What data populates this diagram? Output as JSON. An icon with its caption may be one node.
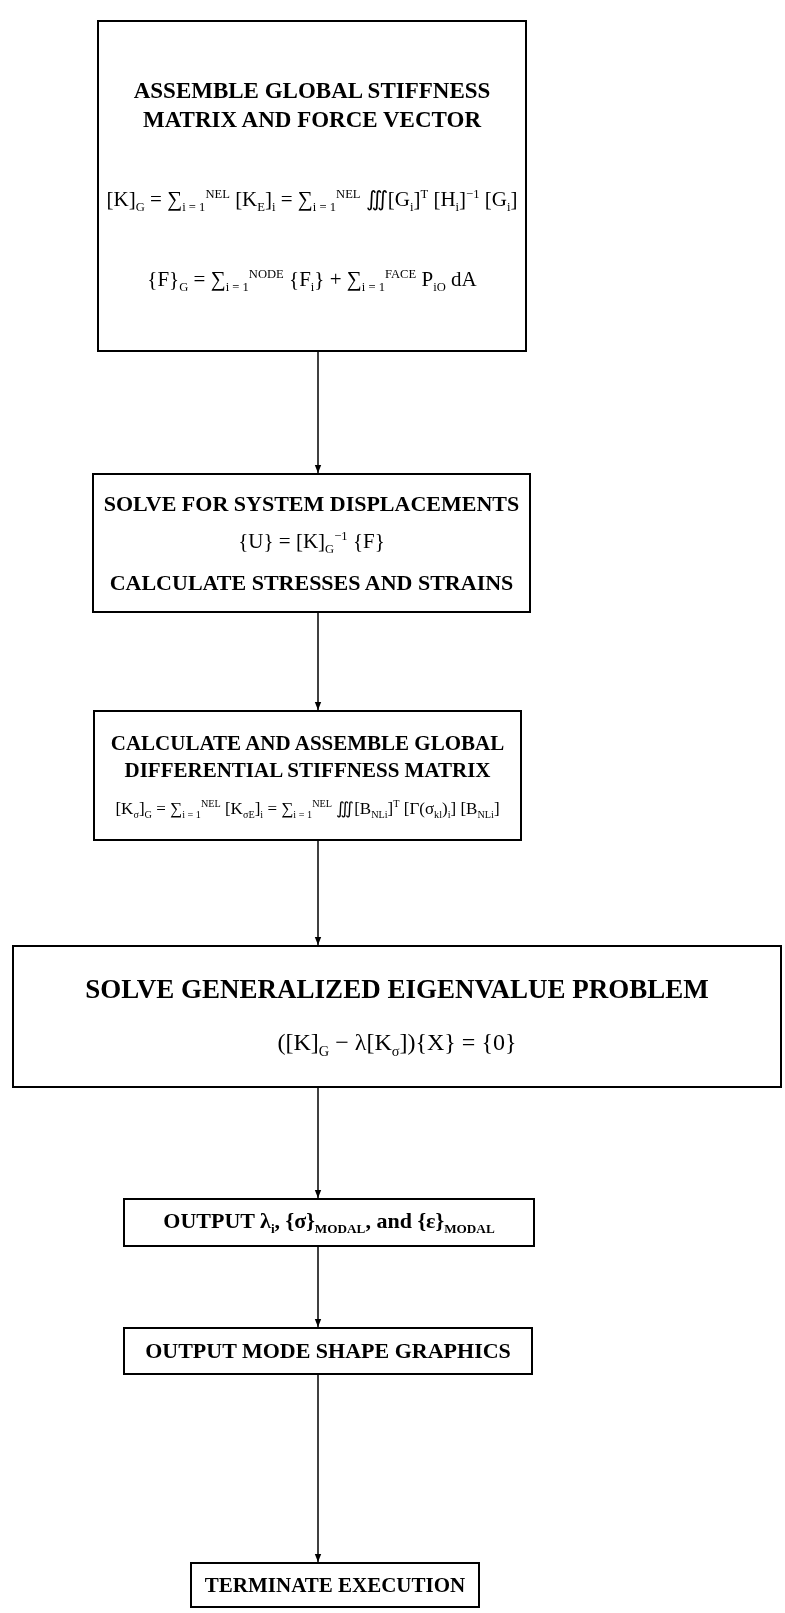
{
  "diagram": {
    "nodes": [
      {
        "text": [
          "ASSEMBLE GLOBAL STIFFNESS MATRIX AND FORCE VECTOR",
          "[K]$_{G}$ = ∑$_{i = 1}$$^{NEL}$ [K$_{E}$]$_{i}$ = ∑$_{i = 1}$$^{NEL}$ ∭[G$_{i}$]$^{T}$ [H$_{i}$]$^{−1}$ [G$_{i}$]",
          "{F}$_{G}$ = ∑$_{i = 1}$$^{NODE}$ {F$_{i}$} + ∑$_{i = 1}$$^{FACE}$ P$_{iO}$ dA"
        ]
      },
      {
        "text": [
          "SOLVE FOR SYSTEM DISPLACEMENTS",
          "{U} = [K]$_{G}$$^{−1}$ {F}",
          "CALCULATE STRESSES AND STRAINS"
        ]
      },
      {
        "text": [
          "CALCULATE AND ASSEMBLE GLOBAL DIFFERENTIAL STIFFNESS MATRIX",
          "[K$_{σ}$]$_{G}$ = ∑$_{i = 1}$$^{NEL}$ [K$_{σE}$]$_{i}$ = ∑$_{i = 1}$$^{NEL}$ ∭[B$_{NLi}$]$^{T}$ [Γ(σ$_{kl}$)$_{i}$] [B$_{NLi}$]"
        ]
      },
      {
        "text": [
          "SOLVE GENERALIZED EIGENVALUE PROBLEM",
          "([K]$_{G}$ − λ[K$_{σ}$]){X} = {0}"
        ]
      },
      {
        "text": [
          "OUTPUT λ$_{i}$, {σ}$_{MODAL}$, and {ε}$_{MODAL}$"
        ]
      },
      {
        "text": [
          "OUTPUT MODE SHAPE GRAPHICS"
        ]
      },
      {
        "text": [
          "TERMINATE EXECUTION"
        ]
      }
    ],
    "edges": [
      {
        "from": 0,
        "to": 1,
        "arrow": "to"
      },
      {
        "from": 1,
        "to": 2,
        "arrow": "to"
      },
      {
        "from": 2,
        "to": 3,
        "arrow": "to"
      },
      {
        "from": 3,
        "to": 4,
        "arrow": "to"
      },
      {
        "from": 4,
        "to": 5,
        "arrow": "to"
      },
      {
        "from": 5,
        "to": 6,
        "arrow": "to"
      }
    ]
  }
}
